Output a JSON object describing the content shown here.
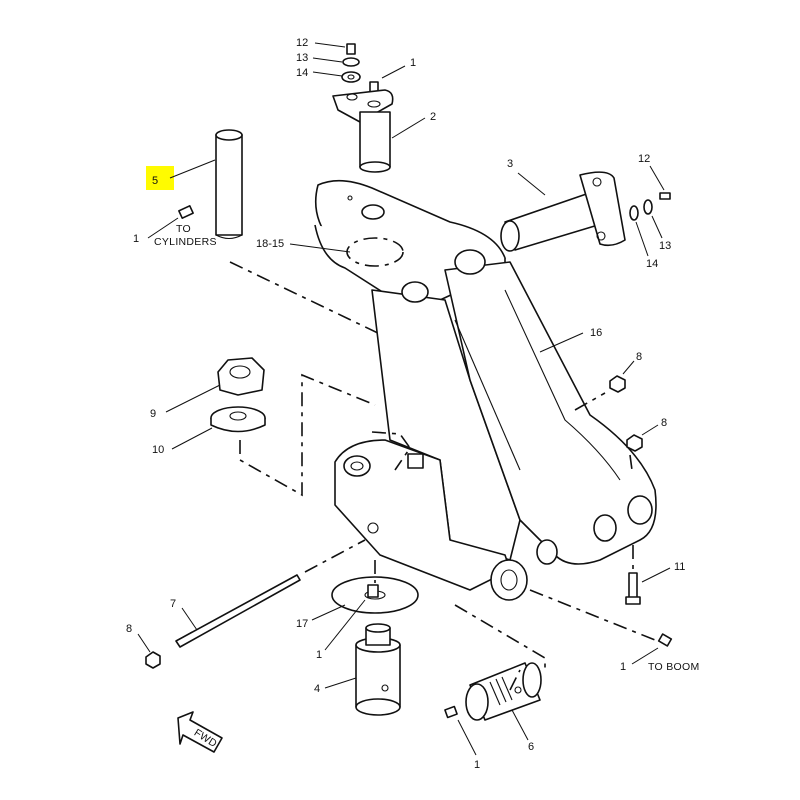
{
  "highlight": {
    "label": "5",
    "color": "#fffb00"
  },
  "callouts": {
    "c12_top": "12",
    "c13_top": "13",
    "c14_top": "14",
    "c1_top": "1",
    "c2": "2",
    "c3": "3",
    "c12_right": "12",
    "c13_right": "13",
    "c14_right": "14",
    "c1_left": "1",
    "c18_15": "18-15",
    "c16": "16",
    "c8_a": "8",
    "c8_b": "8",
    "c9": "9",
    "c10": "10",
    "c11": "11",
    "c7": "7",
    "c8_left": "8",
    "c17": "17",
    "c1_mid": "1",
    "c4": "4",
    "c1_boom": "1",
    "c6": "6",
    "c1_bottom": "1"
  },
  "notes": {
    "to_cylinders_line1": "TO",
    "to_cylinders_line2": "CYLINDERS",
    "to_boom": "TO BOOM",
    "fwd": "FWD"
  }
}
